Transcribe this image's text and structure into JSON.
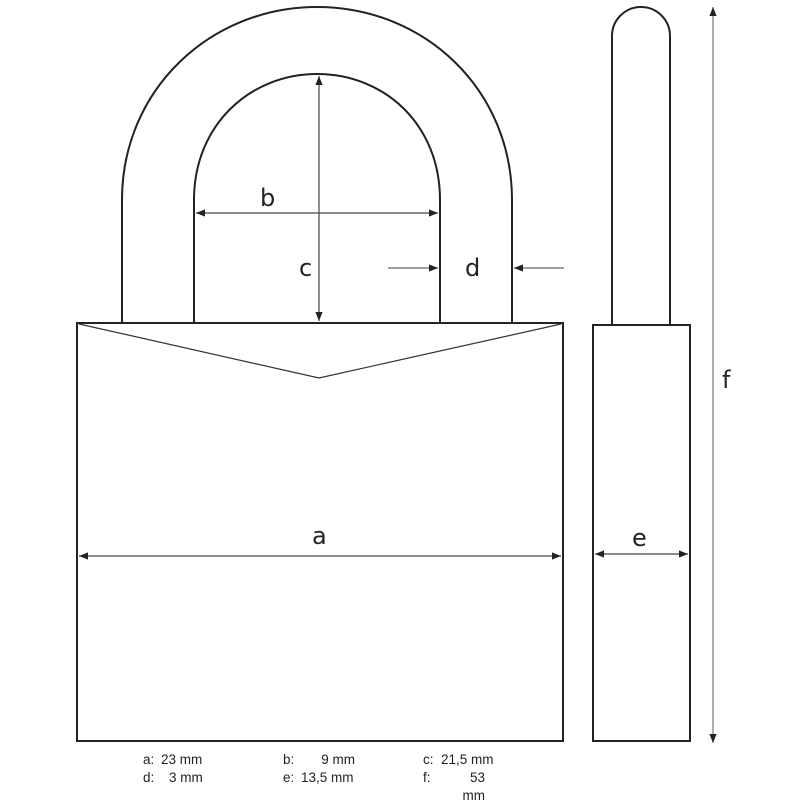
{
  "diagram": {
    "title": "Padlock dimension drawing",
    "colors": {
      "stroke": "#222222",
      "dim_line": "#555555",
      "background": "#ffffff"
    },
    "labels": {
      "a": "a",
      "b": "b",
      "c": "c",
      "d": "d",
      "e": "e",
      "f": "f"
    }
  },
  "specs": {
    "rows": [
      [
        {
          "key": "a:",
          "value": "23 mm"
        },
        {
          "key": "b:",
          "value": "9 mm"
        },
        {
          "key": "c:",
          "value": "21,5 mm"
        }
      ],
      [
        {
          "key": "d:",
          "value": "3 mm"
        },
        {
          "key": "e:",
          "value": "13,5 mm"
        },
        {
          "key": "f:",
          "value": "53 mm"
        }
      ]
    ]
  }
}
